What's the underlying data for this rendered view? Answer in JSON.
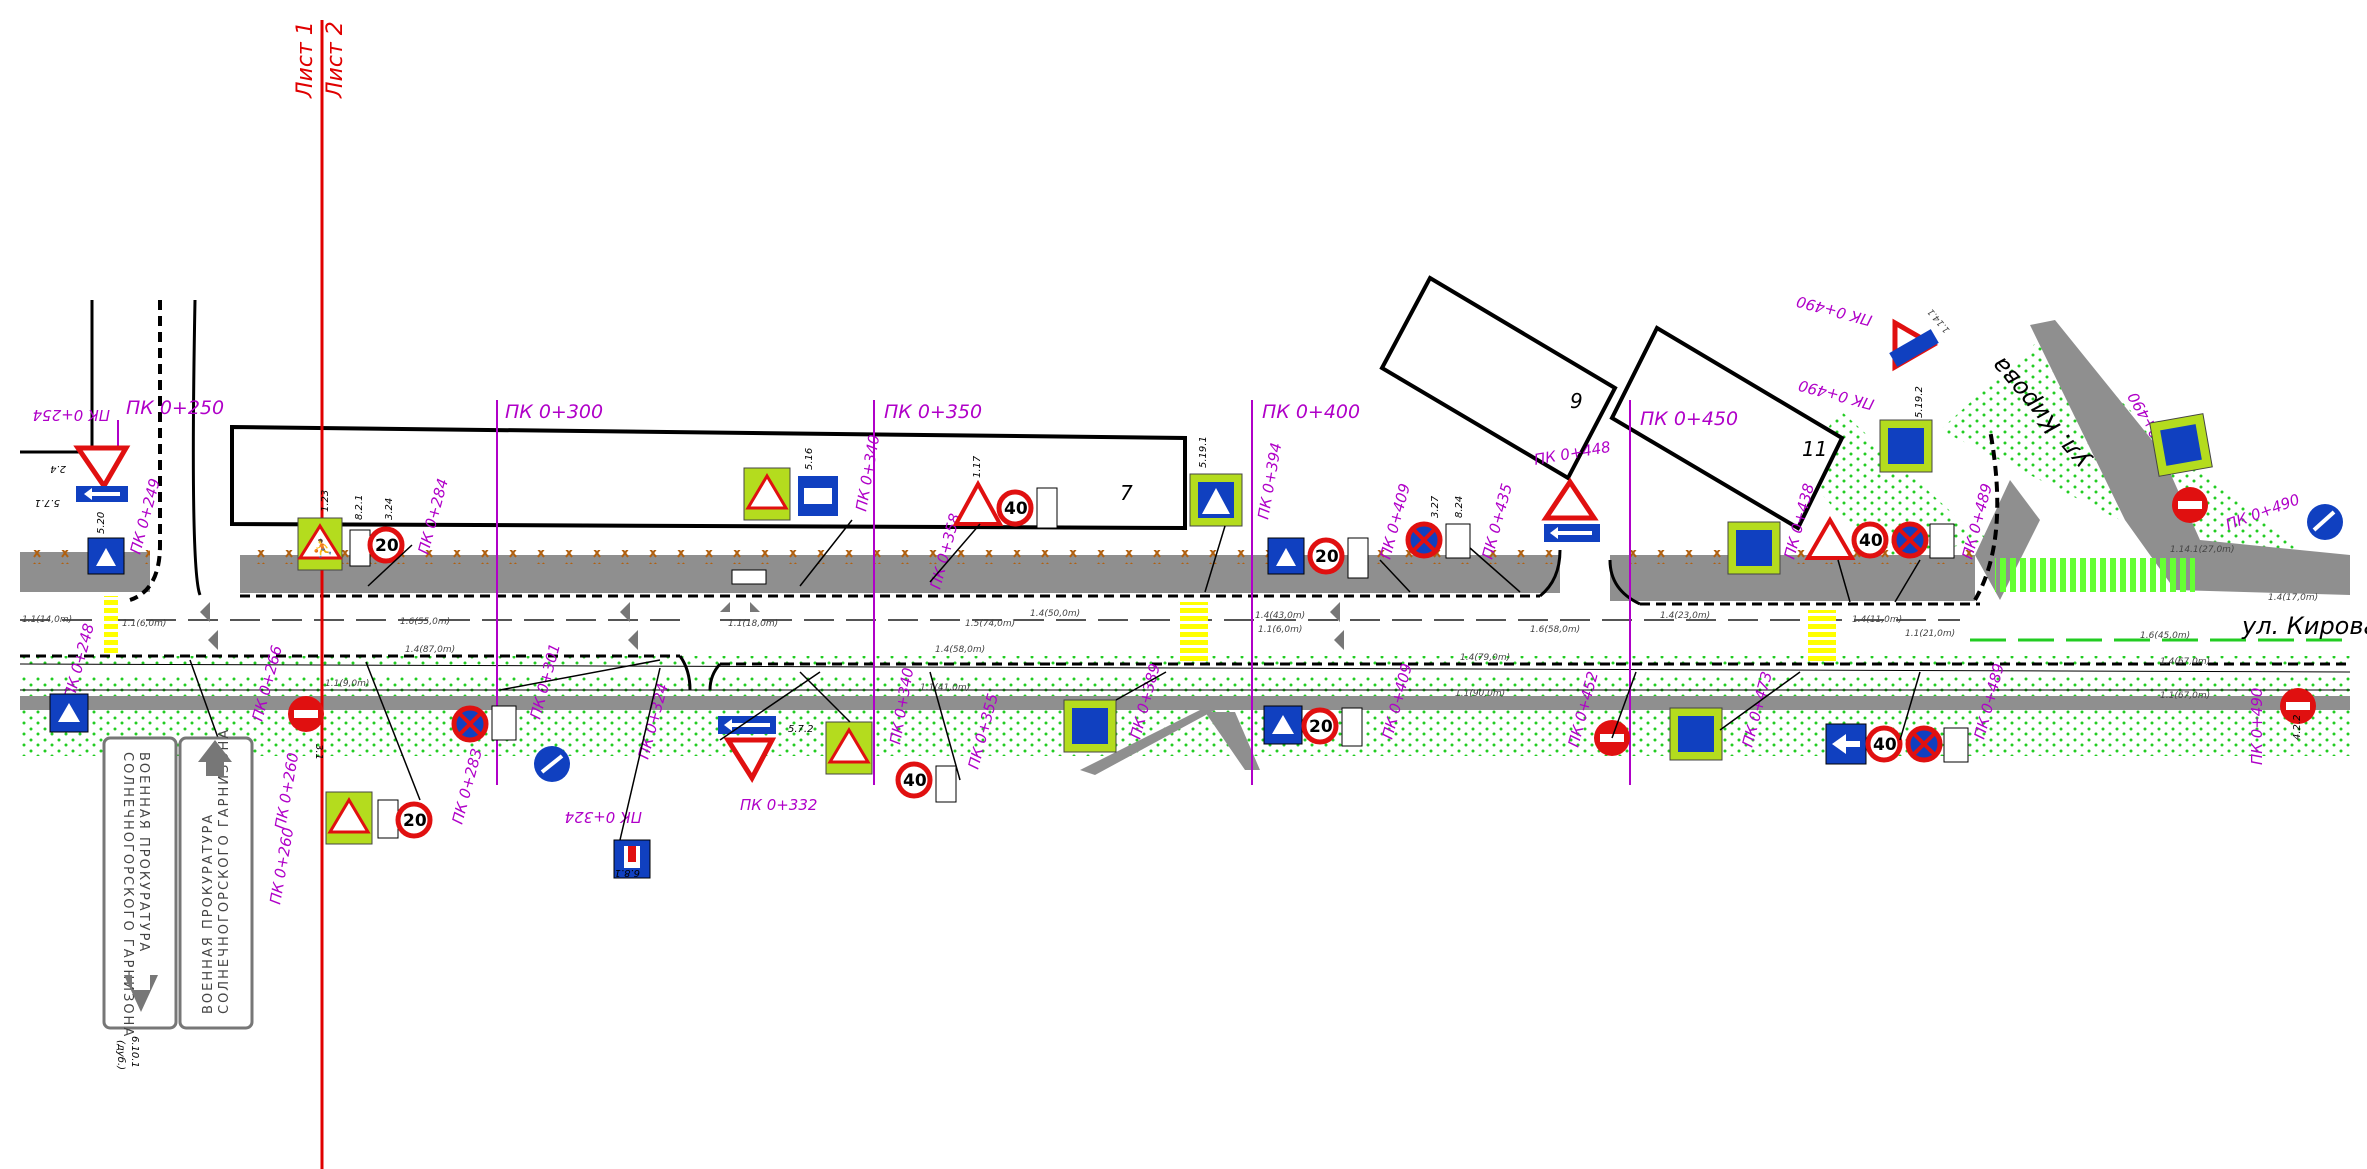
{
  "sheet_labels": [
    "Лист 1",
    "Лист 2"
  ],
  "pk_major": [
    "ПК 0+250",
    "ПК 0+300",
    "ПК 0+350",
    "ПК 0+400",
    "ПК 0+450"
  ],
  "pk_small": {
    "p254": "ПК 0+254",
    "p249": "ПК 0+249",
    "p284": "ПК 0+284",
    "p340": "ПК 0+340",
    "p358": "ПК 0+358",
    "p394": "ПК 0+394",
    "p409a": "ПК 0+409",
    "p435": "ПК 0+435",
    "p438": "ПК 0+438",
    "p448": "ПК 0+448",
    "p489a": "ПК 0+489",
    "p490a": "ПК 0+490",
    "p490b": "ПК 0+490",
    "p490c": "ПК 0+490",
    "p490d": "ПК 0+490",
    "p490e": "ПК 0+490",
    "p248": "ПК 0+248",
    "p266": "ПК 0+266",
    "p260a": "ПК 0+260",
    "p260b": "ПК 0+260",
    "p283": "ПК 0+283",
    "p301": "ПК 0+301",
    "p324a": "ПК 0+324",
    "p324b": "ПК 0+324",
    "p332": "ПК 0+332",
    "p340b": "ПК 0+340",
    "p355": "ПК 0+355",
    "p389": "ПК 0+389",
    "p409b": "ПК 0+409",
    "p452": "ПК 0+452",
    "p473": "ПК 0+473",
    "p489b": "ПК 0+489"
  },
  "buildings": [
    "7",
    "9",
    "11"
  ],
  "streets": [
    "ул. Кирова",
    "ул. Кирова"
  ],
  "boards": {
    "b1_line1": "ВОЕННАЯ ПРОКУРАТУРА",
    "b1_line2": "СОЛНЕЧНОГОРСКОГО ГАРНИЗОНА",
    "b2_line1": "ВОЕННАЯ ПРОКУРАТУРА",
    "b2_line2": "СОЛНЕЧНОГОРСКОГО ГАРНИЗОНА",
    "b1_code": "6.10.1",
    "b1_note": "(дуб.)"
  },
  "speed_limits": {
    "twenty": "20",
    "forty": "40"
  },
  "sign_codes": [
    "5.20",
    "5.7.1",
    "2.4",
    "1.23",
    "8.2.1",
    "3.24",
    "3.27",
    "8.24",
    "5.16",
    "5.19.1",
    "5.19.2",
    "1.17",
    "5.7.2",
    "4.2.2",
    "6.8.1",
    "3.1"
  ],
  "markings": [
    "1.1(14,0m)",
    "1.1(6,0m)",
    "1.6(55,0m)",
    "1.4(87,0m)",
    "1.1(9,0m)",
    "1.1(18,0m)",
    "1.5(74,0m)",
    "1.4(50,0m)",
    "1.4(58,0m)",
    "1.1(41,0m)",
    "1.4(43,0m)",
    "1.1(6,0m)",
    "1.6(58,0m)",
    "1.4(79,0m)",
    "1.1(90,0m)",
    "1.4(23,0m)",
    "1.4(11,0m)",
    "1.1(21,0m)",
    "1.6(45,0m)",
    "1.4(67,0m)",
    "1.1(67,0m)",
    "1.14.1(27,0m)",
    "1.4(17,0m)",
    "1.14.1"
  ],
  "colors": {
    "road": "#8f8f8f",
    "pk_line": "#b000c8",
    "sheet_line": "#e00000",
    "vegetation": "#22cc22",
    "curb": "#a05a00",
    "sign_blue": "#1040c0",
    "sign_red": "#e01010",
    "sign_yellowgreen": "#b4dc1e"
  }
}
